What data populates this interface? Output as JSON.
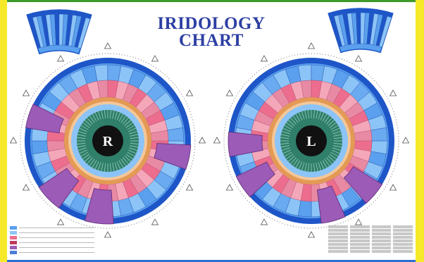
{
  "title": "IRIDOLOGY CHART",
  "eyes": [
    {
      "letter": "R"
    },
    {
      "letter": "L"
    }
  ],
  "colors": {
    "outer_blue": "#1e56c8",
    "mid_blue": "#5aa0ee",
    "light_blue": "#8cc4f7",
    "pink": "#ec6d8d",
    "light_pink": "#f4a7b9",
    "purple": "#9b5bb6",
    "orange": "#e49a55",
    "pupil": "#111111",
    "green_ring": "#2f7f6a",
    "border_yellow": "#f6e92a"
  },
  "legend": {
    "rows": 6,
    "swatches": [
      "#5aa0ee",
      "#8cc4f7",
      "#ec6d8d",
      "#c0395d",
      "#9b5bb6",
      "#4b7fd8"
    ]
  },
  "abbreviations": {
    "cells": 32
  }
}
